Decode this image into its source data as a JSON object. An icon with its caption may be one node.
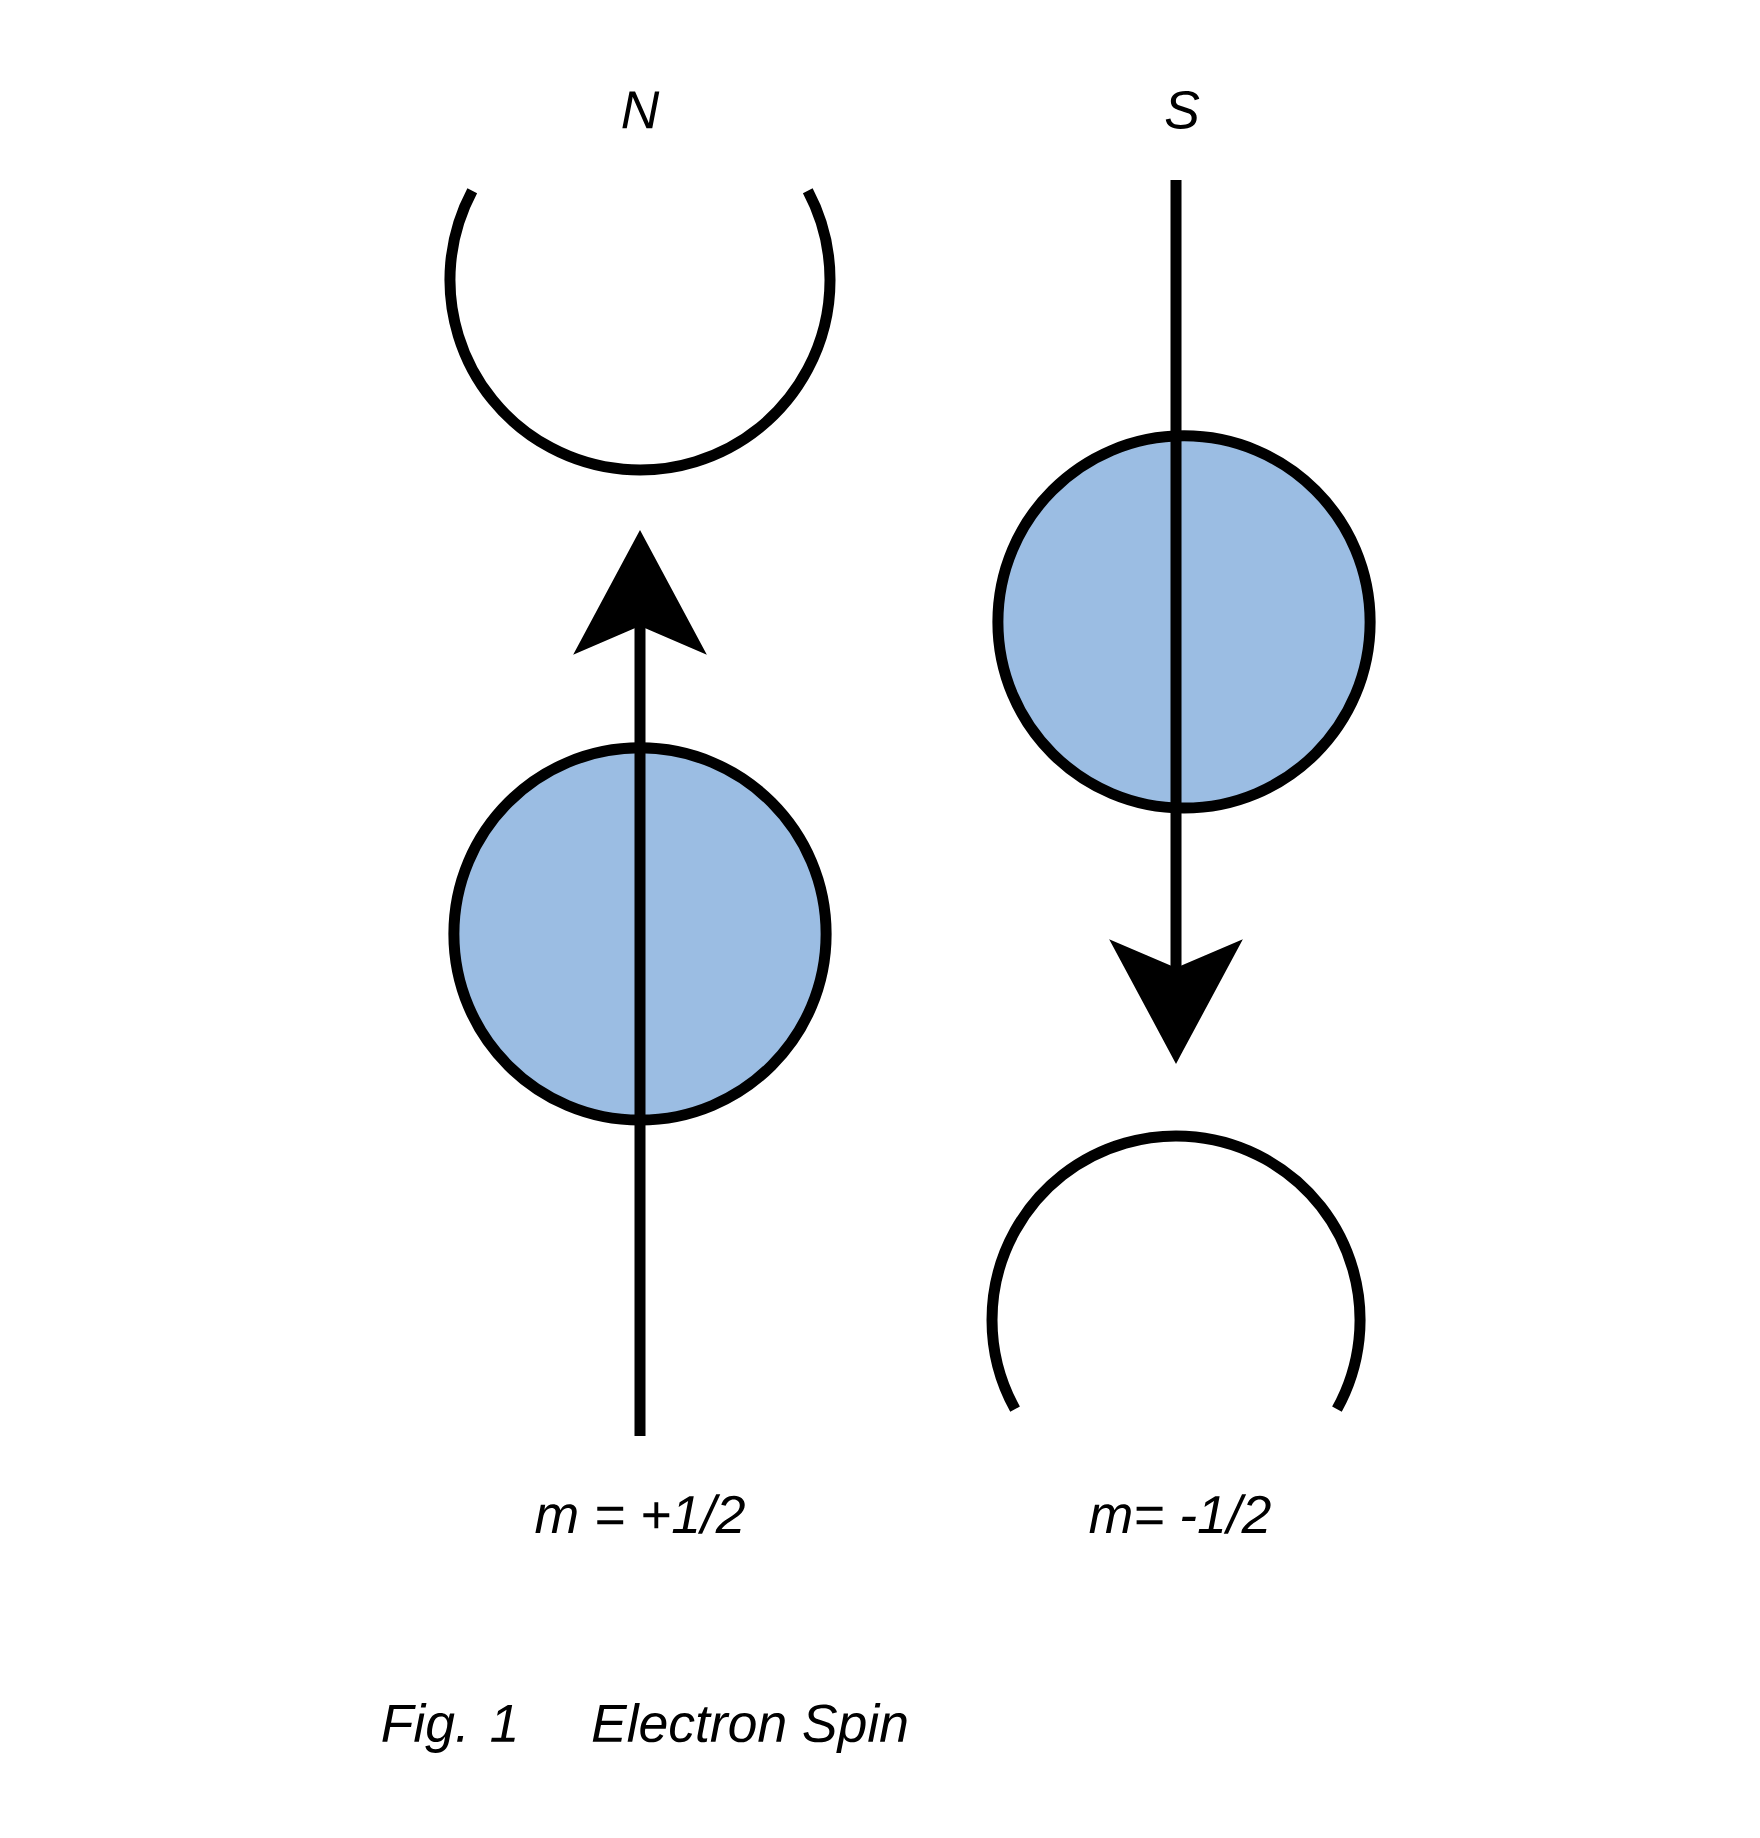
{
  "diagram": {
    "nodes": [
      {
        "text": [],
        "shape": "circle"
      },
      {
        "text": [],
        "shape": "circle"
      }
    ],
    "labels": [
      "N",
      "S",
      "m = +1/2",
      "m= -1/2",
      "Fig. 1",
      "Electron Spin"
    ]
  }
}
